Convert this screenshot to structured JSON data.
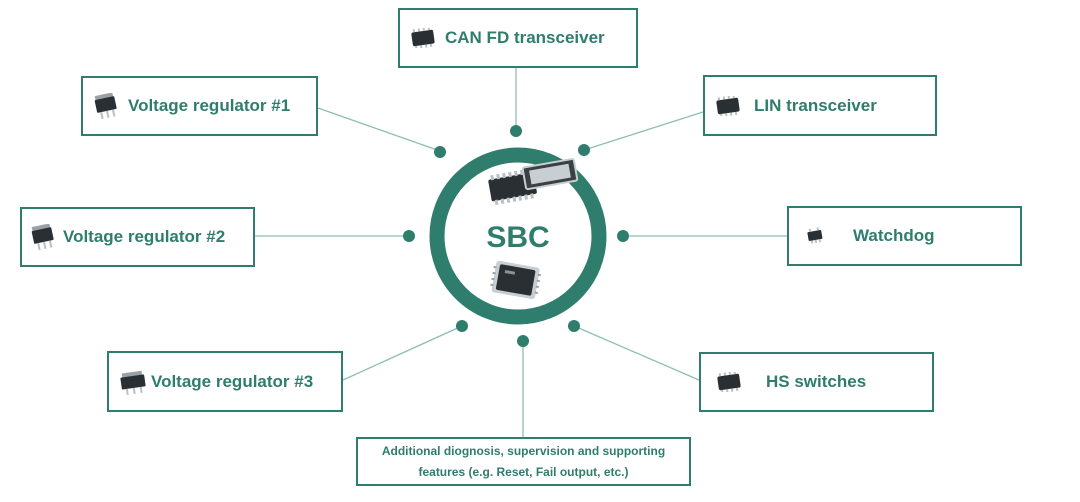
{
  "colors": {
    "accent": "#2f7d6d",
    "connector": "#8fbdb1",
    "chip_dark": "#2a2f33",
    "chip_light": "#c9ced2"
  },
  "center": {
    "label": "SBC",
    "icons": [
      "sbc-chip-pair-icon",
      "sbc-qfn-chip-icon"
    ]
  },
  "boxes": {
    "can_fd": {
      "label": "CAN FD transceiver",
      "icon": "soic-chip-icon"
    },
    "lin": {
      "label": "LIN transceiver",
      "icon": "soic-chip-icon"
    },
    "vreg1": {
      "label": "Voltage regulator #1",
      "icon": "dpak-chip-icon"
    },
    "vreg2": {
      "label": "Voltage regulator #2",
      "icon": "dpak-chip-icon"
    },
    "vreg3": {
      "label": "Voltage regulator #3",
      "icon": "dpak-chip-icon"
    },
    "watchdog": {
      "label": "Watchdog",
      "icon": "sot-chip-icon"
    },
    "hs_switches": {
      "label": "HS switches",
      "icon": "soic-chip-icon"
    },
    "additional": {
      "line1": "Additional diognosis, supervision and supporting",
      "line2": "features (e.g. Reset, Fail output, etc.)"
    }
  }
}
